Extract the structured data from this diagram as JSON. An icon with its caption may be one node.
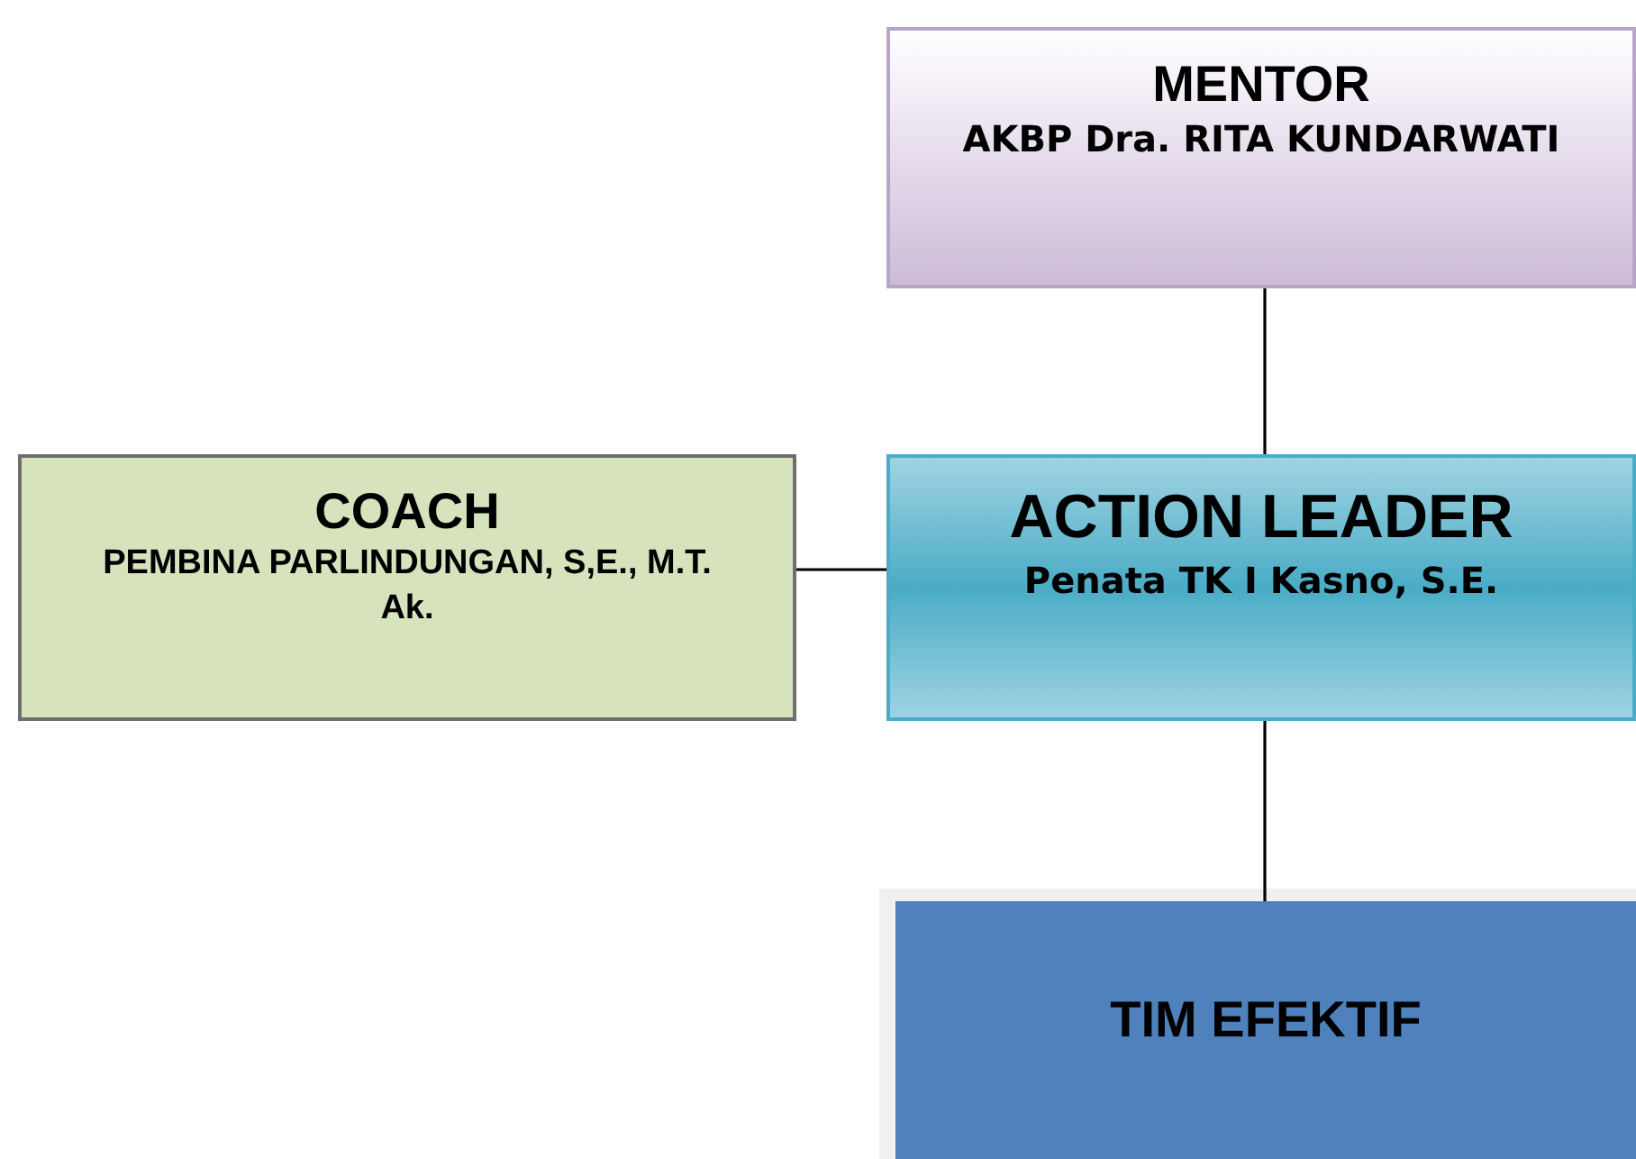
{
  "diagram": {
    "nodes": [
      {
        "text": [
          "MENTOR",
          "AKBP Dra. RITA KUNDARWATI"
        ]
      },
      {
        "text": [
          "COACH",
          "PEMBINA PARLINDUNGAN, S,E., M.T. Ak."
        ]
      },
      {
        "text": [
          "ACTION LEADER",
          "Penata TK I Kasno, S.E."
        ]
      },
      {
        "text": [
          "TIM EFEKTIF"
        ]
      }
    ],
    "edges": [
      {
        "from": 0,
        "to": 2,
        "arrow": "none"
      },
      {
        "from": 1,
        "to": 2,
        "arrow": "none"
      },
      {
        "from": 2,
        "to": 3,
        "arrow": "none"
      }
    ]
  }
}
